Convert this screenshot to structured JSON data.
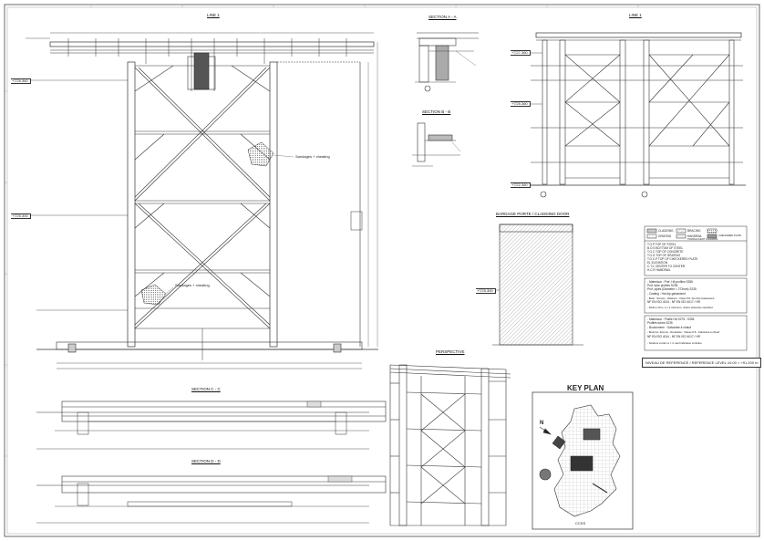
{
  "titles": {
    "line1_left": "LINE 1",
    "line1_right": "LINE 1",
    "section_aa": "SECTION A - A",
    "section_bb": "SECTION B - B",
    "section_cc": "SECTION C - C",
    "section_dd": "SECTION D - D",
    "cladding_door": "BARDAGE PORTE / CLADDING DOOR",
    "perspective": "PERSPECTIVE",
    "key_plan": "KEY PLAN"
  },
  "levels": {
    "left_top": "+▽25.360",
    "left_mid": "+▽25.300",
    "door": "+▽25.300",
    "right_top": "+▽27.360",
    "right_mid": "+▽25.360",
    "right_bot": "+▽22.360"
  },
  "tags": {
    "left_upper": "Sandages + cheating",
    "left_lower": "Sandages + cheating"
  },
  "legend": {
    "items": [
      "CLADDING",
      "BRACING",
      "GRATING",
      "HANDRAIL",
      "TRANSLUCENT CLADDING",
      "CHECKERED PLATE"
    ],
    "abbreviations": [
      "T.O.P  TOP OF STEEL",
      "B.O.S  BOTTOM OF STEEL",
      "T.O.C  TOP OF CONCRETE",
      "T.O.G  TOP OF GRATING",
      "T.O.C.P TOP OF CHECKERED PLATE",
      "EL     ELEVATION",
      "C.T.C  CENTER TO CENTER",
      "H.C.R  HANDRAIL"
    ]
  },
  "notes1": [
    "- Materiaux : Prof. HA profiles S355",
    "  Prof. tube profiles S235",
    "  Prof. pipes (Diameter < 273mm) S235",
    "- Coating : Hot dip galvanized",
    "- Bolts : Screws - Washers : Class 8.8 / Hot Dip Galvanised",
    "  NF EN ISO 4014 - NF EN ISO 4017 / HR",
    "- Weld a 4mm, a = 4 minimum, unless otherwise specified"
  ],
  "notes2": [
    "- Materiaux : Profile HA S275 - S355",
    "  Profilés tubes S235",
    "- Boulonnerie : Galvanisé à chaud",
    "- Boulons / Ecrous - Rondelles : Classe 8.8 - Galvanisé à chaud",
    "  NF EN ISO 4014 - NF EN ISO 4017 / HR",
    "- Soudure cordon a = 4, sauf indication contraire"
  ],
  "reference_level": "NIVEAU DE REFERENCE / REFERENCE LEVEL ±0.00 = +91.200 m",
  "key_plan": {
    "north": "N",
    "caption": "CCSS"
  }
}
